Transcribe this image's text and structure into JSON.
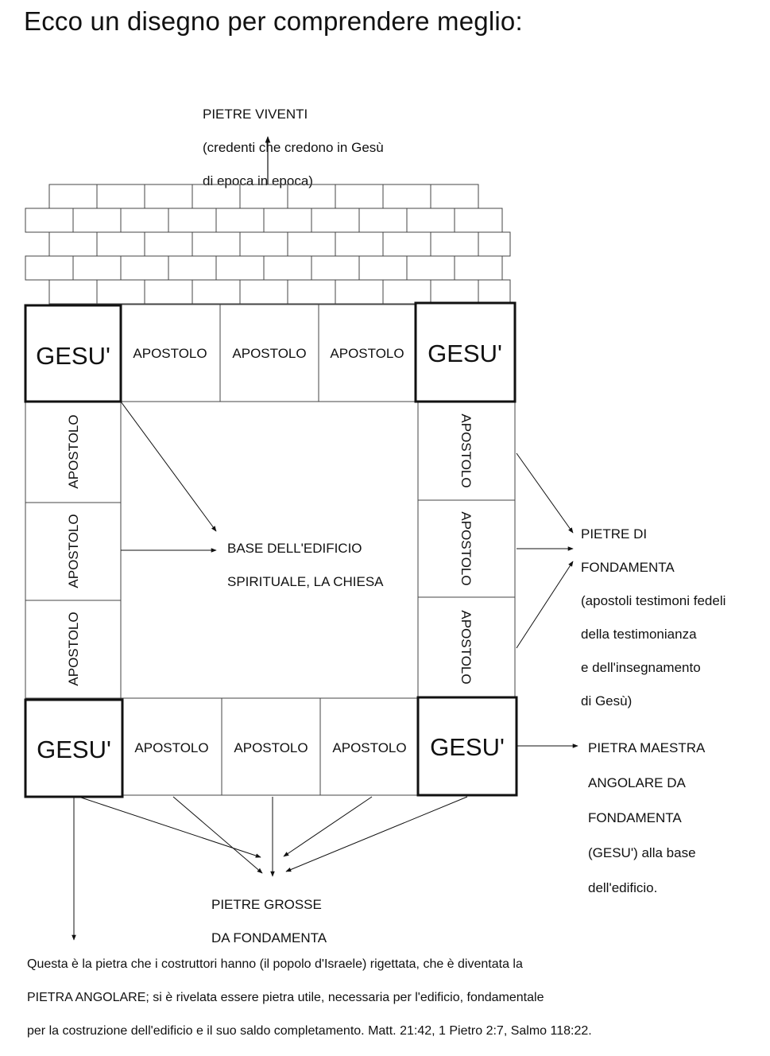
{
  "title": "Ecco un disegno per comprendere meglio:",
  "living_stones": {
    "heading": "PIETRE VIVENTI",
    "detail_1": "(credenti che credono in Gesù",
    "detail_2": "di epoca in epoca)"
  },
  "cornerstone_label": "GESU'",
  "apostle_label": "APOSTOLO",
  "base_label": {
    "line_1": "BASE DELL'EDIFICIO",
    "line_2": "SPIRITUALE, LA CHIESA"
  },
  "foundation_stones": {
    "line_1": "PIETRE DI",
    "line_2": "FONDAMENTA",
    "line_3": "(apostoli testimoni fedeli",
    "line_4": "della testimonianza",
    "line_5": "e dell'insegnamento",
    "line_6": "di Gesù)"
  },
  "master_stone": {
    "line_1": "PIETRA MAESTRA",
    "line_2": "ANGOLARE DA",
    "line_3": "FONDAMENTA",
    "line_4": "(GESU') alla base",
    "line_5": "dell'edificio."
  },
  "large_stones": {
    "line_1": "PIETRE GROSSE",
    "line_2": "DA FONDAMENTA"
  },
  "footer": {
    "line_1": "Questa è la pietra che i costruttori hanno (il popolo d'Israele) rigettata, che è diventata la",
    "line_2": "PIETRA ANGOLARE; si è rivelata essere pietra utile, necessaria  per l'edificio, fondamentale",
    "line_3": "per la costruzione dell'edificio e il suo saldo completamento. Matt. 21:42, 1 Pietro 2:7, Salmo 118:22."
  }
}
